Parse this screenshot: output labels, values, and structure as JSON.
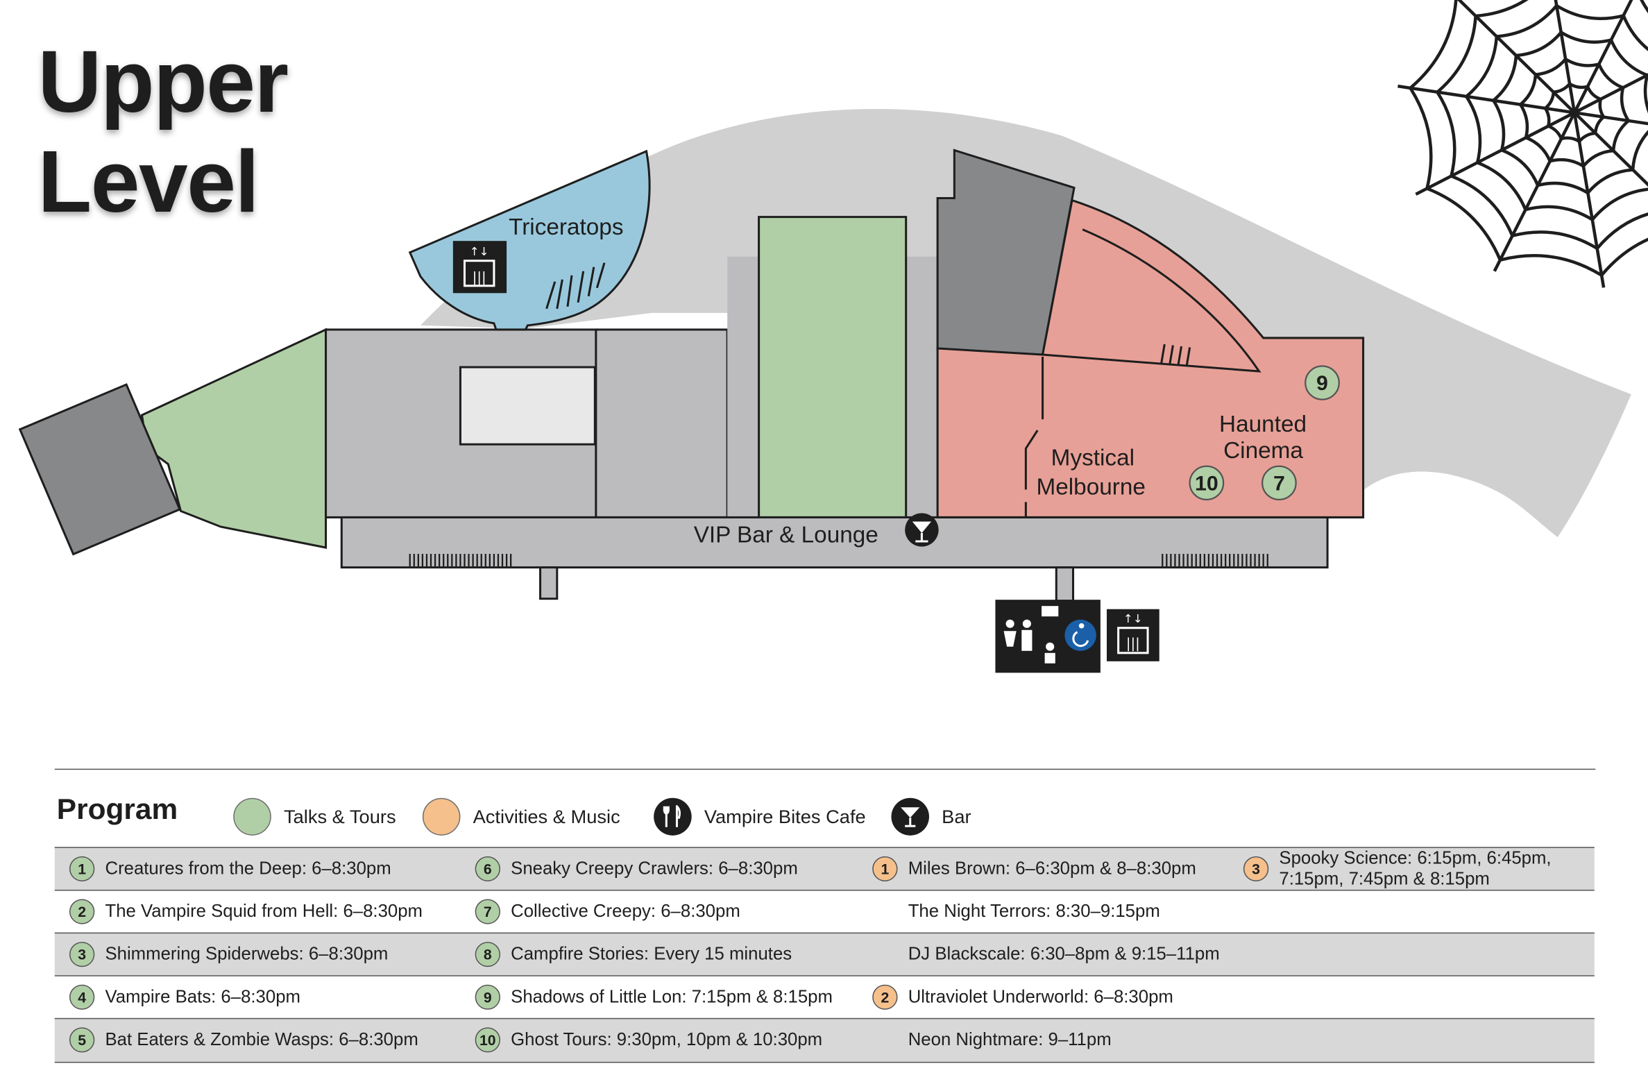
{
  "map": {
    "title_line1": "Upper",
    "title_line2": "Level",
    "rooms": {
      "triceratops": "Triceratops",
      "vip_bar": "VIP Bar & Lounge",
      "mystical_line1": "Mystical",
      "mystical_line2": "Melbourne",
      "haunted_line1": "Haunted",
      "haunted_line2": "Cinema"
    },
    "markers": [
      "9",
      "10",
      "7"
    ],
    "colors": {
      "talks": "#b1cfa6",
      "activities": "#f5c08c",
      "triceratops": "#99c8dc",
      "haunted_zone": "#e7a097",
      "building": "#bcbcbe",
      "outline": "#d0d0d0",
      "dark_block": "#87888a"
    },
    "icons": [
      "lift-icon",
      "bar-icon",
      "toilets-icon",
      "baby-change-icon",
      "accessible-icon",
      "stairs-icon",
      "spider-web-icon"
    ]
  },
  "program": {
    "title": "Program",
    "legend": {
      "talks": "Talks & Tours",
      "activities": "Activities & Music",
      "cafe": "Vampire Bites Cafe",
      "bar": "Bar"
    },
    "rows": [
      [
        {
          "badge": "1",
          "color": "green",
          "text": "Creatures from the Deep: 6–8:30pm"
        },
        {
          "badge": "6",
          "color": "green",
          "text": "Sneaky Creepy Crawlers: 6–8:30pm"
        },
        {
          "badge": "1",
          "color": "orange",
          "text": "Miles Brown: 6–6:30pm & 8–8:30pm"
        },
        {
          "badge": "3",
          "color": "orange",
          "text": "Spooky Science: 6:15pm, 6:45pm, 7:15pm, 7:45pm & 8:15pm"
        }
      ],
      [
        {
          "badge": "2",
          "color": "green",
          "text": "The Vampire Squid from Hell: 6–8:30pm"
        },
        {
          "badge": "7",
          "color": "green",
          "text": "Collective Creepy: 6–8:30pm"
        },
        {
          "badge": "",
          "color": "",
          "text": "The Night Terrors: 8:30–9:15pm"
        },
        {
          "badge": "",
          "color": "",
          "text": ""
        }
      ],
      [
        {
          "badge": "3",
          "color": "green",
          "text": "Shimmering Spiderwebs: 6–8:30pm"
        },
        {
          "badge": "8",
          "color": "green",
          "text": "Campfire Stories: Every 15 minutes"
        },
        {
          "badge": "",
          "color": "",
          "text": "DJ Blackscale: 6:30–8pm & 9:15–11pm"
        },
        {
          "badge": "",
          "color": "",
          "text": ""
        }
      ],
      [
        {
          "badge": "4",
          "color": "green",
          "text": "Vampire Bats: 6–8:30pm"
        },
        {
          "badge": "9",
          "color": "green",
          "text": "Shadows of Little Lon: 7:15pm & 8:15pm"
        },
        {
          "badge": "2",
          "color": "orange",
          "text": "Ultraviolet Underworld: 6–8:30pm"
        },
        {
          "badge": "",
          "color": "",
          "text": ""
        }
      ],
      [
        {
          "badge": "5",
          "color": "green",
          "text": "Bat Eaters & Zombie Wasps: 6–8:30pm"
        },
        {
          "badge": "10",
          "color": "green",
          "text": "Ghost Tours: 9:30pm, 10pm & 10:30pm"
        },
        {
          "badge": "",
          "color": "",
          "text": "Neon Nightmare: 9–11pm"
        },
        {
          "badge": "",
          "color": "",
          "text": ""
        }
      ]
    ]
  }
}
